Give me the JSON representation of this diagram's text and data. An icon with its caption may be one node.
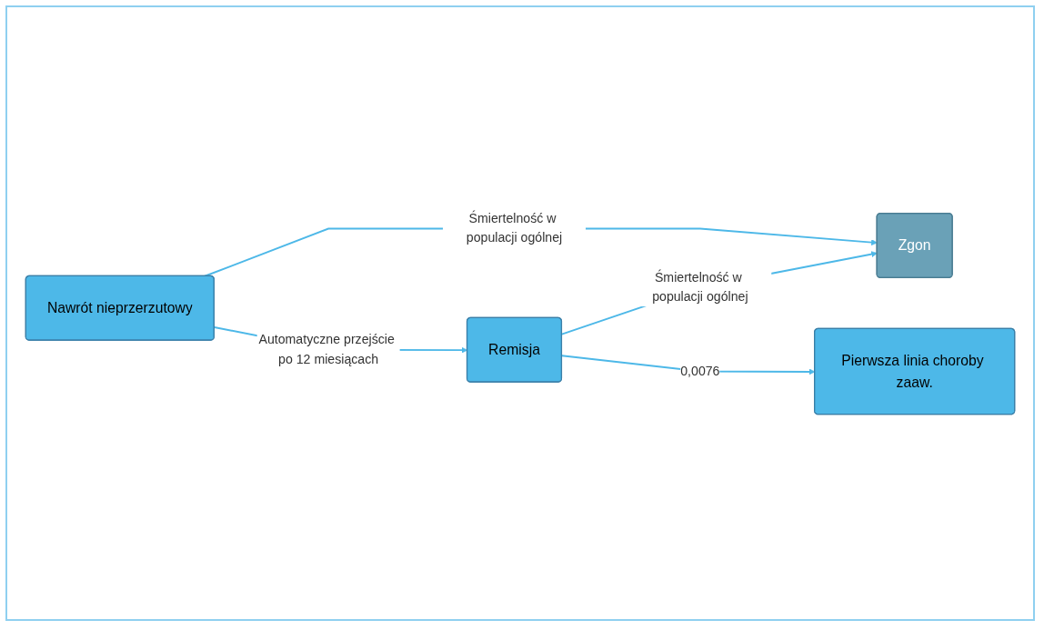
{
  "diagram": {
    "nodes": [
      {
        "text": [
          "Nawrót nieprzerzutowy"
        ]
      },
      {
        "text": [
          "Zgon"
        ]
      },
      {
        "text": [
          "Remisja"
        ]
      },
      {
        "text": [
          "Pierwsza linia choroby zaaw."
        ]
      }
    ],
    "edges": [
      {
        "from": 0,
        "to": 1,
        "arrow": "to",
        "label": "Śmiertelność w populacji ogólnej"
      },
      {
        "from": 0,
        "to": 2,
        "arrow": "to",
        "label": "Automatyczne przejście po 12 miesiącach"
      },
      {
        "from": 2,
        "to": 1,
        "arrow": "to",
        "label": "Śmiertelność w populacji ogólnej"
      },
      {
        "from": 2,
        "to": 3,
        "arrow": "to",
        "label": "0,0076"
      }
    ]
  }
}
